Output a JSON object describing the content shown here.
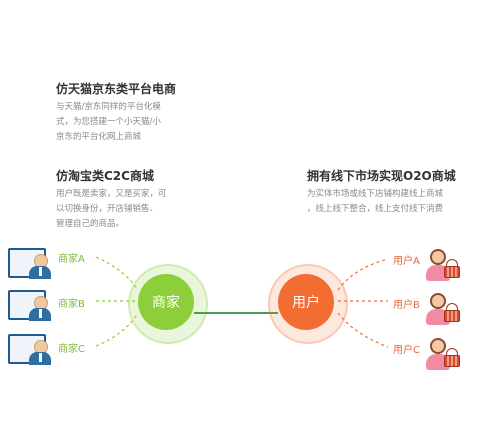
{
  "sections": {
    "tmall": {
      "title": "仿天猫京东类平台电商",
      "desc": [
        "与天猫/京东同样的平台化模",
        "式，为您搭建一个小天猫/小",
        "京东的平台化网上商城"
      ]
    },
    "taobao": {
      "title": "仿淘宝类C2C商城",
      "desc": [
        "用户既是卖家，又是买家，可",
        "以切换身份，开店铺销售、",
        "管理自己的商品。"
      ]
    },
    "o2o": {
      "title": "拥有线下市场实现O2O商城",
      "desc": [
        "为实体市场或线下店铺构建线上商城",
        "，线上线下整合，线上支付线下消费"
      ]
    }
  },
  "diagram": {
    "merchant_hub_label": "商家",
    "user_hub_label": "用户",
    "merchants": [
      "商家A",
      "商家B",
      "商家C"
    ],
    "users": [
      "用户A",
      "用户B",
      "用户C"
    ]
  },
  "colors": {
    "merchant": "#8ccf3b",
    "user": "#f36d33",
    "connector": "#4aa04a"
  },
  "icons": {
    "merchant_person": "merchant-person-icon",
    "user_person": "shopper-woman-icon"
  }
}
